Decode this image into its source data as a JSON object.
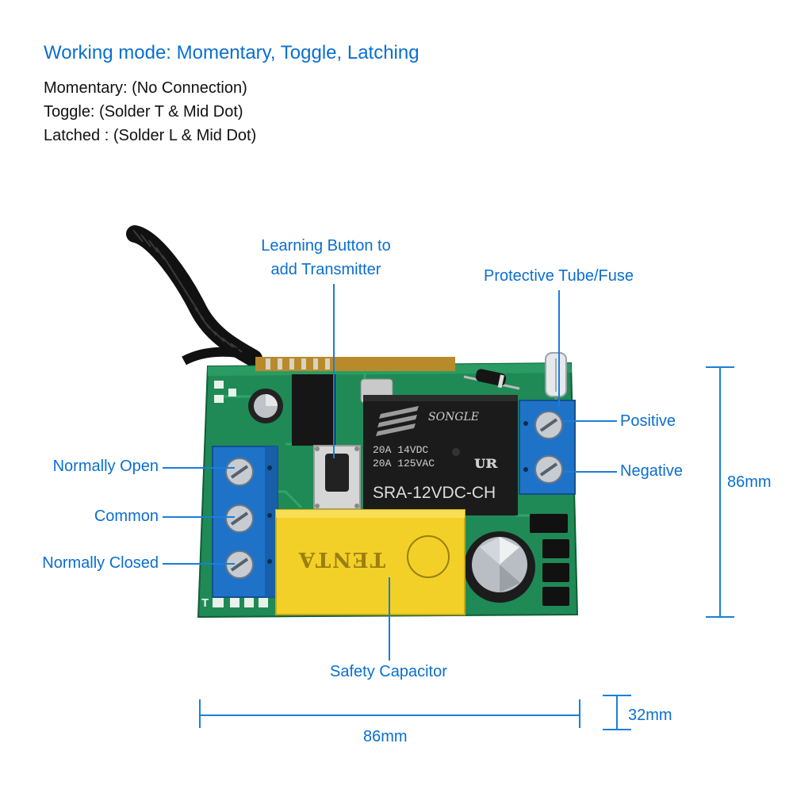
{
  "header": {
    "title": "Working mode: Momentary, Toggle, Latching",
    "modes": [
      "Momentary: (No Connection)",
      "Toggle: (Solder T & Mid Dot)",
      "Latched : (Solder L & Mid Dot)"
    ]
  },
  "callouts": {
    "learning_button_line1": "Learning Button to",
    "learning_button_line2": "add Transmitter",
    "fuse": "Protective Tube/Fuse",
    "positive": "Positive",
    "negative": "Negative",
    "normally_open": "Normally Open",
    "common": "Common",
    "normally_closed": "Normally Closed",
    "safety_capacitor": "Safety Capacitor"
  },
  "dimensions": {
    "height": "86mm",
    "width": "86mm",
    "thickness": "32mm"
  },
  "board": {
    "relay_brand": "SONGLE",
    "relay_rating_1": "20A 14VDC",
    "relay_rating_2": "20A 125VAC",
    "relay_model": "SRA-12VDC-CH",
    "capacitor_brand": "TENTA",
    "silkscreen_t": "T",
    "colors": {
      "pcb": "#1f8a55",
      "terminal": "#1e73c8",
      "relay": "#1b1b1b",
      "capacitor": "#f2d027",
      "callout_line": "#1a7fd8",
      "label": "#0a6fd0"
    }
  }
}
